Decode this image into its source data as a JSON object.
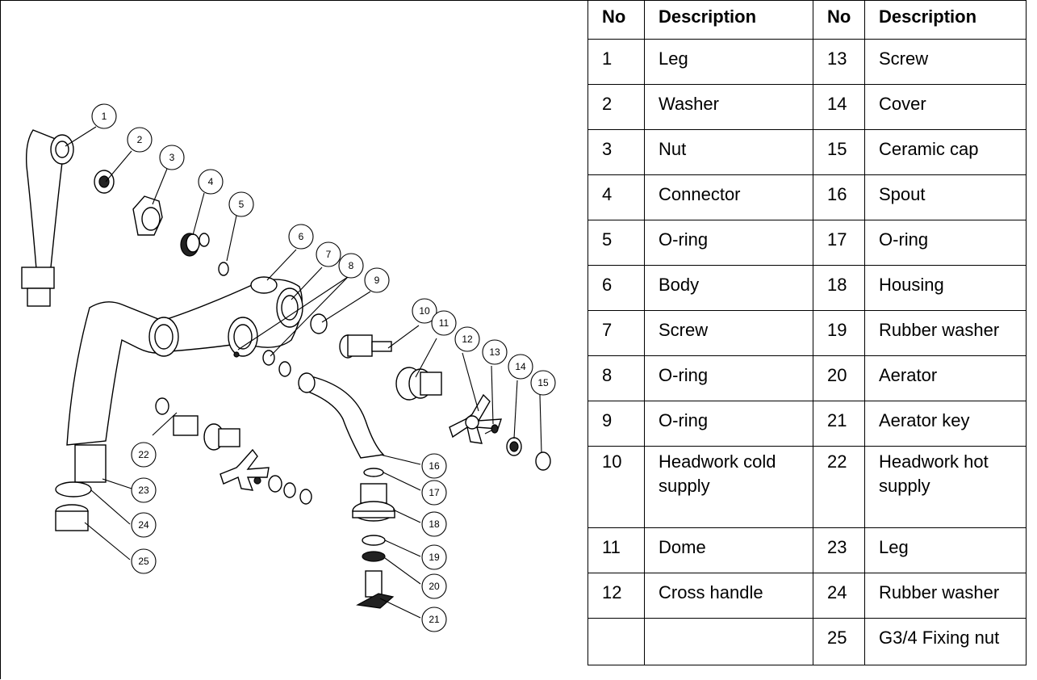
{
  "table": {
    "headers": [
      "No",
      "Description",
      "No",
      "Description"
    ],
    "rows": [
      {
        "no1": "1",
        "desc1": "Leg",
        "no2": "13",
        "desc2": "Screw"
      },
      {
        "no1": "2",
        "desc1": "Washer",
        "no2": "14",
        "desc2": "Cover"
      },
      {
        "no1": "3",
        "desc1": "Nut",
        "no2": "15",
        "desc2": "Ceramic cap"
      },
      {
        "no1": "4",
        "desc1": "Connector",
        "no2": "16",
        "desc2": "Spout"
      },
      {
        "no1": "5",
        "desc1": "O-ring",
        "no2": "17",
        "desc2": "O-ring"
      },
      {
        "no1": "6",
        "desc1": "Body",
        "no2": "18",
        "desc2": "Housing"
      },
      {
        "no1": "7",
        "desc1": "Screw",
        "no2": "19",
        "desc2": "Rubber washer"
      },
      {
        "no1": "8",
        "desc1": "O-ring",
        "no2": "20",
        "desc2": "Aerator"
      },
      {
        "no1": "9",
        "desc1": "O-ring",
        "no2": "21",
        "desc2": "Aerator key"
      },
      {
        "no1": "10",
        "desc1": "Headwork cold supply",
        "no2": "22",
        "desc2": "Headwork hot supply"
      },
      {
        "no1": "11",
        "desc1": "Dome",
        "no2": "23",
        "desc2": "Leg"
      },
      {
        "no1": "12",
        "desc1": "Cross handle",
        "no2": "24",
        "desc2": "Rubber washer"
      },
      {
        "no1": "",
        "desc1": "",
        "no2": "25",
        "desc2": "G3/4 Fixing nut"
      }
    ]
  },
  "callouts": [
    "1",
    "2",
    "3",
    "4",
    "5",
    "6",
    "7",
    "8",
    "9",
    "10",
    "11",
    "12",
    "13",
    "14",
    "15",
    "16",
    "17",
    "18",
    "19",
    "20",
    "21",
    "22",
    "23",
    "24",
    "25"
  ]
}
